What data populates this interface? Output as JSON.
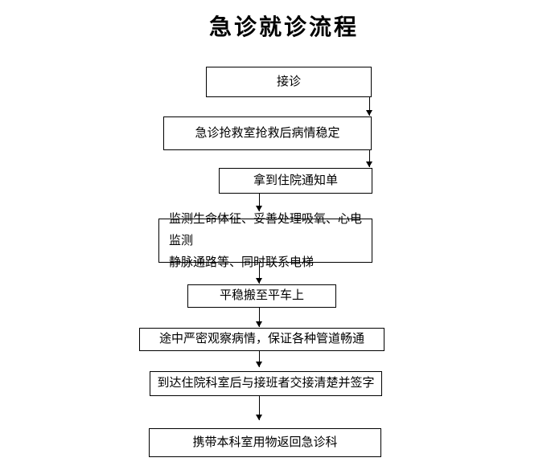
{
  "page": {
    "title": "急诊就诊流程"
  },
  "flow": {
    "steps": [
      {
        "label": "接诊"
      },
      {
        "label": "急诊抢救室抢救后病情稳定"
      },
      {
        "label": "拿到住院通知单"
      },
      {
        "label": "监测生命体征、妥善处理吸氧、心电监测\n静脉通路等、同时联系电梯"
      },
      {
        "label": "平稳搬至平车上"
      },
      {
        "label": "途中严密观察病情，保证各种管道畅通"
      },
      {
        "label": "到达住院科室后与接班者交接清楚并签字"
      },
      {
        "label": "携带本科室用物返回急诊科"
      }
    ]
  },
  "colors": {
    "line": "#000000",
    "bg": "#ffffff",
    "text": "#000000"
  }
}
